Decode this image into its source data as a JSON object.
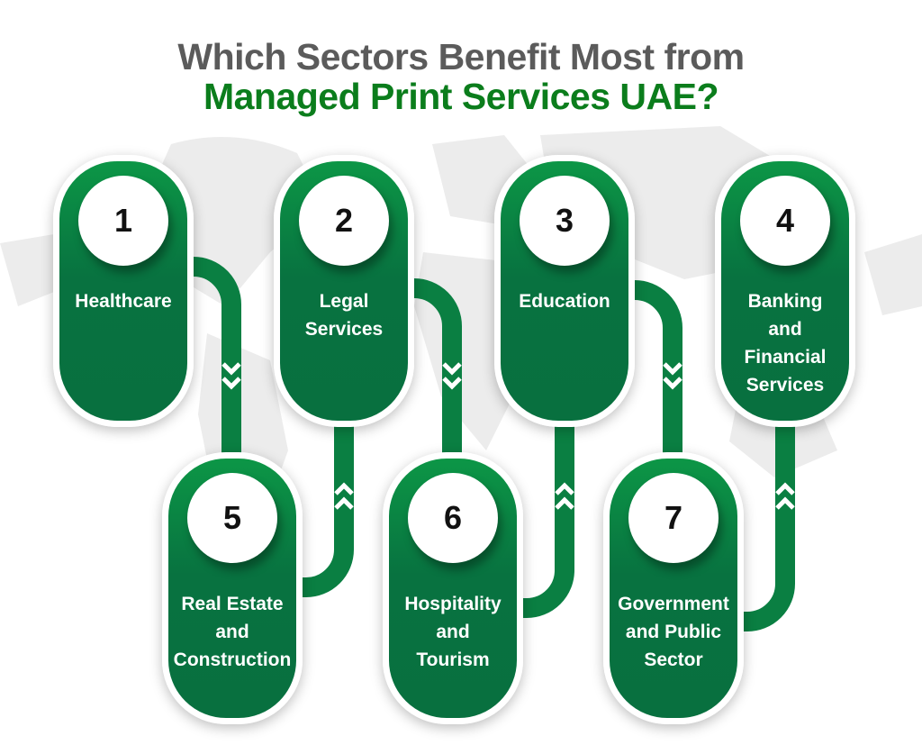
{
  "title": {
    "line1": "Which Sectors Benefit Most from",
    "line2": "Managed Print Services UAE?"
  },
  "colors": {
    "green": "#08703f",
    "title_gray": "#5b5b5b",
    "title_green": "#0b7d1c"
  },
  "sectors": [
    {
      "number": "1",
      "label": "Healthcare"
    },
    {
      "number": "2",
      "label": "Legal Services"
    },
    {
      "number": "3",
      "label": "Education"
    },
    {
      "number": "4",
      "label": "Banking and Financial Services"
    },
    {
      "number": "5",
      "label": "Real Estate and Construction"
    },
    {
      "number": "6",
      "label": "Hospitality and Tourism"
    },
    {
      "number": "7",
      "label": "Government and Public Sector"
    }
  ]
}
